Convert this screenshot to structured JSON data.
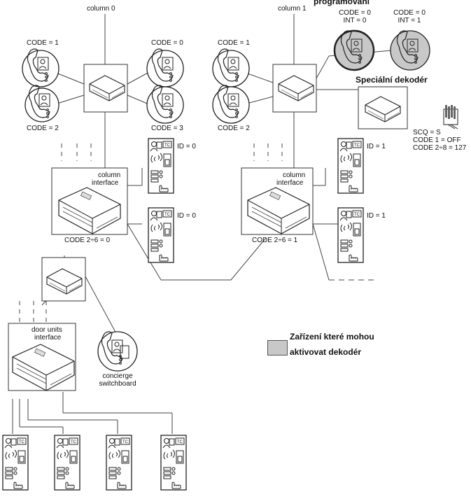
{
  "col0": {
    "label": "column 0"
  },
  "col1": {
    "label": "column 1"
  },
  "programmed_title": "programování",
  "special_decoder_title": "Speciální dekodér",
  "phones": {
    "c0_tl": "CODE = 1",
    "c0_bl": "CODE = 2",
    "c0_tr": "CODE = 0",
    "c0_br": "CODE = 3",
    "c1_tl": "CODE = 1",
    "c1_bl": "CODE = 2"
  },
  "grey_phones": {
    "a": [
      "CODE = 0",
      "INT = 0"
    ],
    "b": [
      "CODE = 0",
      "INT = 1"
    ]
  },
  "decoder_settings": [
    "SCQ = S",
    "CODE 1 = OFF",
    "CODE 2÷8 = 127"
  ],
  "door_ids": {
    "c0_top": "ID = 0",
    "c0_bot": "ID = 0",
    "c1_top": "ID = 1",
    "c1_bot": "ID = 1"
  },
  "column_interface": {
    "line1": "column",
    "line2": "interface"
  },
  "code_c0": "CODE 2÷6 = 0",
  "code_c1": "CODE 2÷6 = 1",
  "door_units_interface": {
    "line1": "door units",
    "line2": "interface"
  },
  "concierge": {
    "line1": "concierge",
    "line2": "switchboard"
  },
  "legend": {
    "line1": "Zařízení které mohou",
    "line2": "aktivovat dekodér",
    "color": "#c8c8c8"
  },
  "door_panel_tag": "TC"
}
